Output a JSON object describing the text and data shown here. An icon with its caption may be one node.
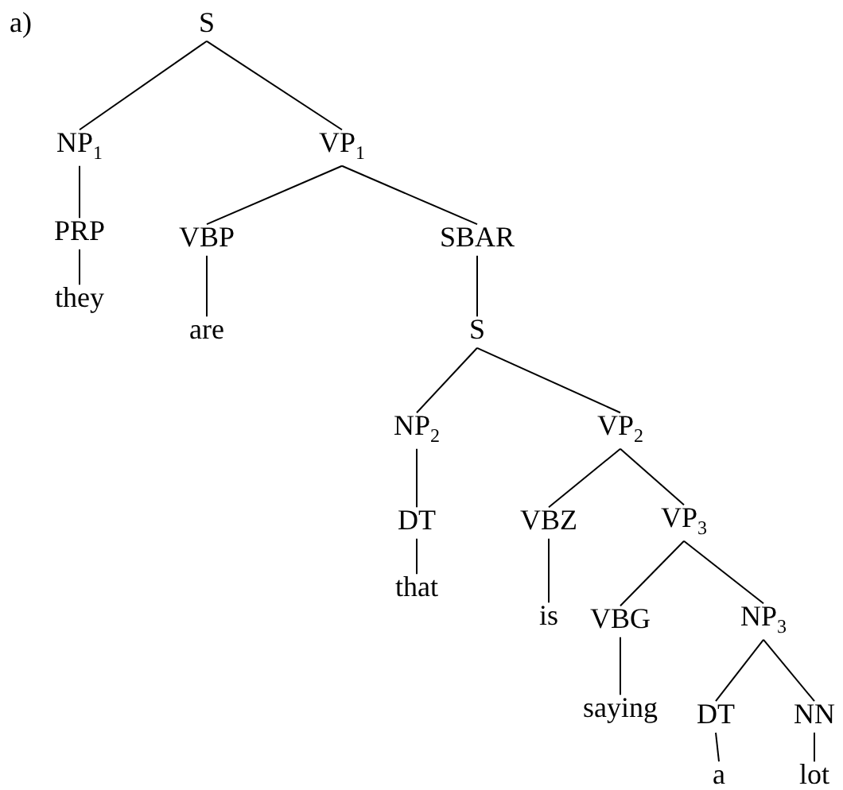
{
  "diagram": {
    "nodes": [
      {
        "text": [
          "S"
        ]
      },
      {
        "text": [
          "NP$_{1}$"
        ]
      },
      {
        "text": [
          "VP$_{1}$"
        ]
      },
      {
        "text": [
          "PRP"
        ]
      },
      {
        "text": [
          "they"
        ]
      },
      {
        "text": [
          "VBP"
        ]
      },
      {
        "text": [
          "are"
        ]
      },
      {
        "text": [
          "SBAR"
        ]
      },
      {
        "text": [
          "S"
        ]
      },
      {
        "text": [
          "NP$_{2}$"
        ]
      },
      {
        "text": [
          "VP$_{2}$"
        ]
      },
      {
        "text": [
          "DT"
        ]
      },
      {
        "text": [
          "that"
        ]
      },
      {
        "text": [
          "VBZ"
        ]
      },
      {
        "text": [
          "is"
        ]
      },
      {
        "text": [
          "VP$_{3}$"
        ]
      },
      {
        "text": [
          "VBG"
        ]
      },
      {
        "text": [
          "saying"
        ]
      },
      {
        "text": [
          "NP$_{3}$"
        ]
      },
      {
        "text": [
          "DT"
        ]
      },
      {
        "text": [
          "NN"
        ]
      },
      {
        "text": [
          "a"
        ]
      },
      {
        "text": [
          "lot"
        ]
      }
    ],
    "edges": [
      {
        "from": 0,
        "to": 1,
        "arrow": "none"
      },
      {
        "from": 0,
        "to": 2,
        "arrow": "none"
      },
      {
        "from": 1,
        "to": 3,
        "arrow": "none"
      },
      {
        "from": 3,
        "to": 4,
        "arrow": "none"
      },
      {
        "from": 2,
        "to": 5,
        "arrow": "none"
      },
      {
        "from": 2,
        "to": 7,
        "arrow": "none"
      },
      {
        "from": 5,
        "to": 6,
        "arrow": "none"
      },
      {
        "from": 7,
        "to": 8,
        "arrow": "none"
      },
      {
        "from": 8,
        "to": 9,
        "arrow": "none"
      },
      {
        "from": 8,
        "to": 10,
        "arrow": "none"
      },
      {
        "from": 9,
        "to": 11,
        "arrow": "none"
      },
      {
        "from": 11,
        "to": 12,
        "arrow": "none"
      },
      {
        "from": 10,
        "to": 13,
        "arrow": "none"
      },
      {
        "from": 10,
        "to": 15,
        "arrow": "none"
      },
      {
        "from": 13,
        "to": 14,
        "arrow": "none"
      },
      {
        "from": 15,
        "to": 16,
        "arrow": "none"
      },
      {
        "from": 15,
        "to": 18,
        "arrow": "none"
      },
      {
        "from": 16,
        "to": 17,
        "arrow": "none"
      },
      {
        "from": 18,
        "to": 19,
        "arrow": "none"
      },
      {
        "from": 18,
        "to": 20,
        "arrow": "none"
      },
      {
        "from": 19,
        "to": 21,
        "arrow": "none"
      },
      {
        "from": 20,
        "to": 22,
        "arrow": "none"
      }
    ],
    "labels": [
      "a)"
    ]
  }
}
